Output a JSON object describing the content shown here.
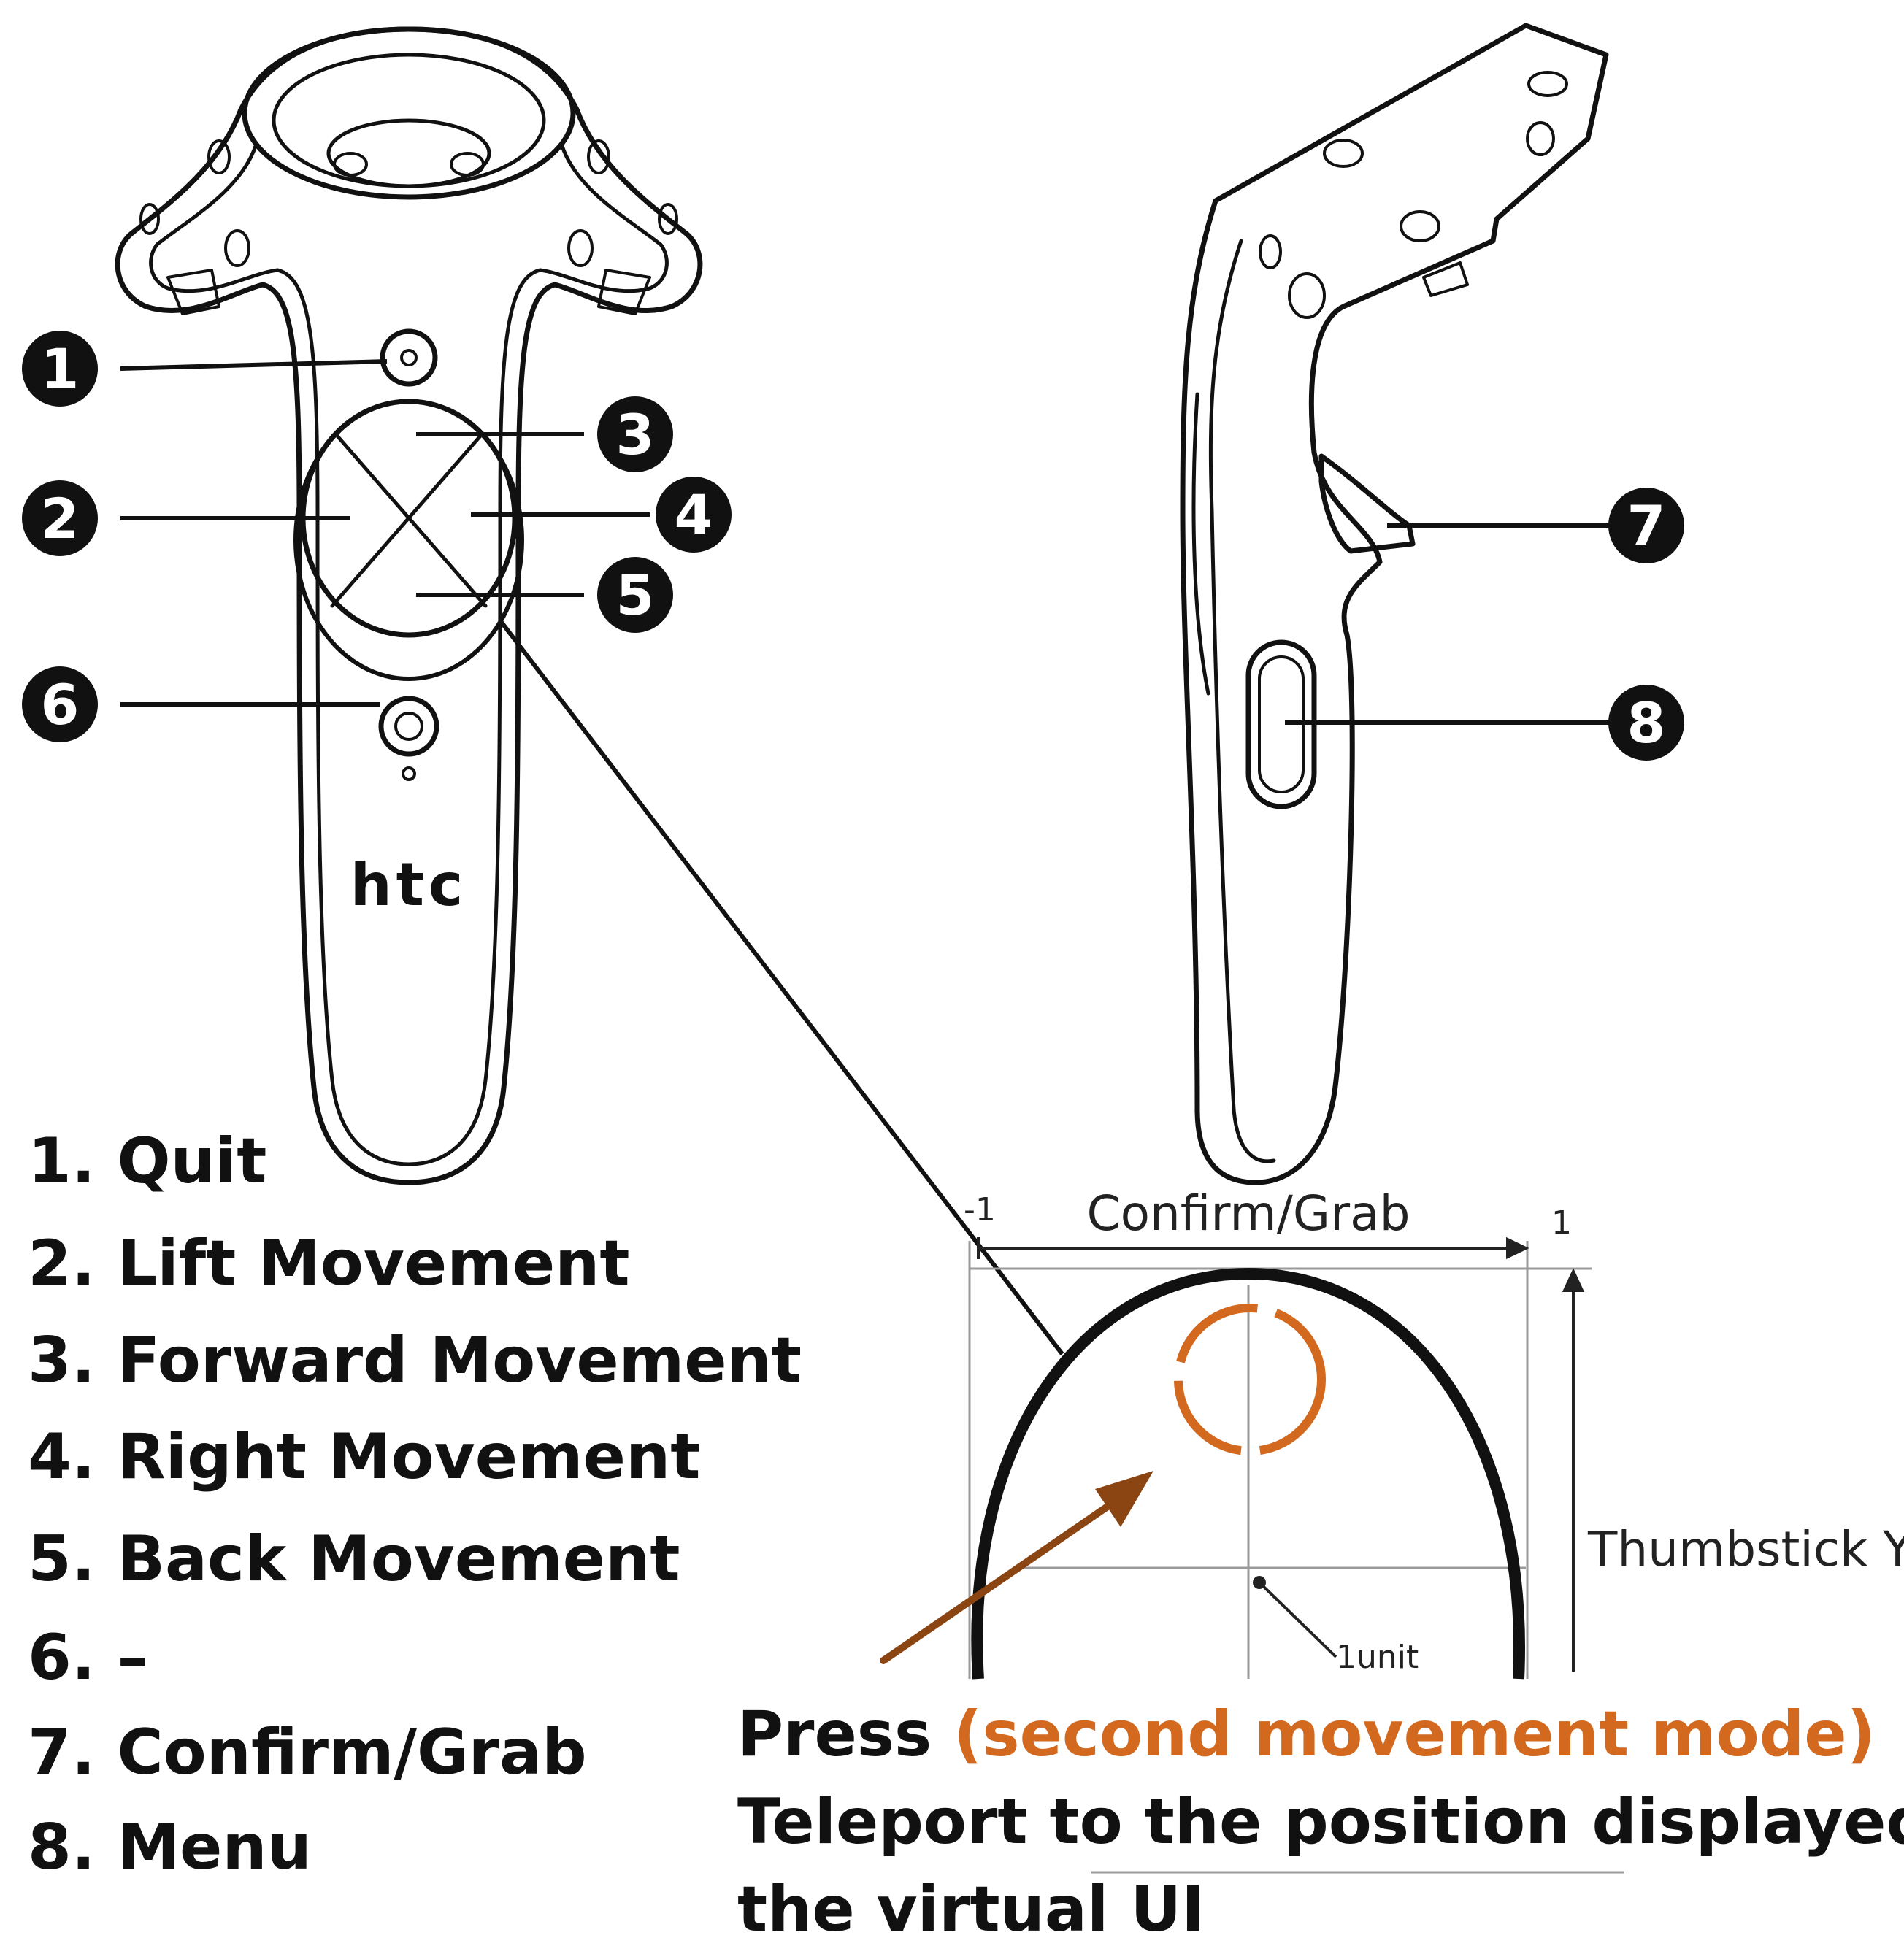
{
  "controller": {
    "logo": "htc"
  },
  "callouts": [
    "1",
    "2",
    "3",
    "4",
    "5",
    "6",
    "7",
    "8"
  ],
  "legend": [
    "1. Quit",
    "2. Lift Movement",
    "3. Forward Movement",
    "4. Right Movement",
    "5. Back Movement",
    "6. –",
    "7. Confirm/Grab",
    "8. Menu"
  ],
  "thumbstick": {
    "x_label": "Confirm/Grab",
    "y_label": "Thumbstick Y",
    "x_min": "-1",
    "x_max": "1",
    "unit_label": "1unit"
  },
  "caption": {
    "line1_prefix": "Press ",
    "line1_highlight": "(second movement mode)",
    "line2": "Teleport to the position displayed on",
    "line3": "the virtual UI"
  },
  "colors": {
    "ink": "#111111",
    "accent_orange": "#d2691e",
    "arrow_brown": "#8b4513",
    "grid_gray": "#9a9a9a"
  }
}
